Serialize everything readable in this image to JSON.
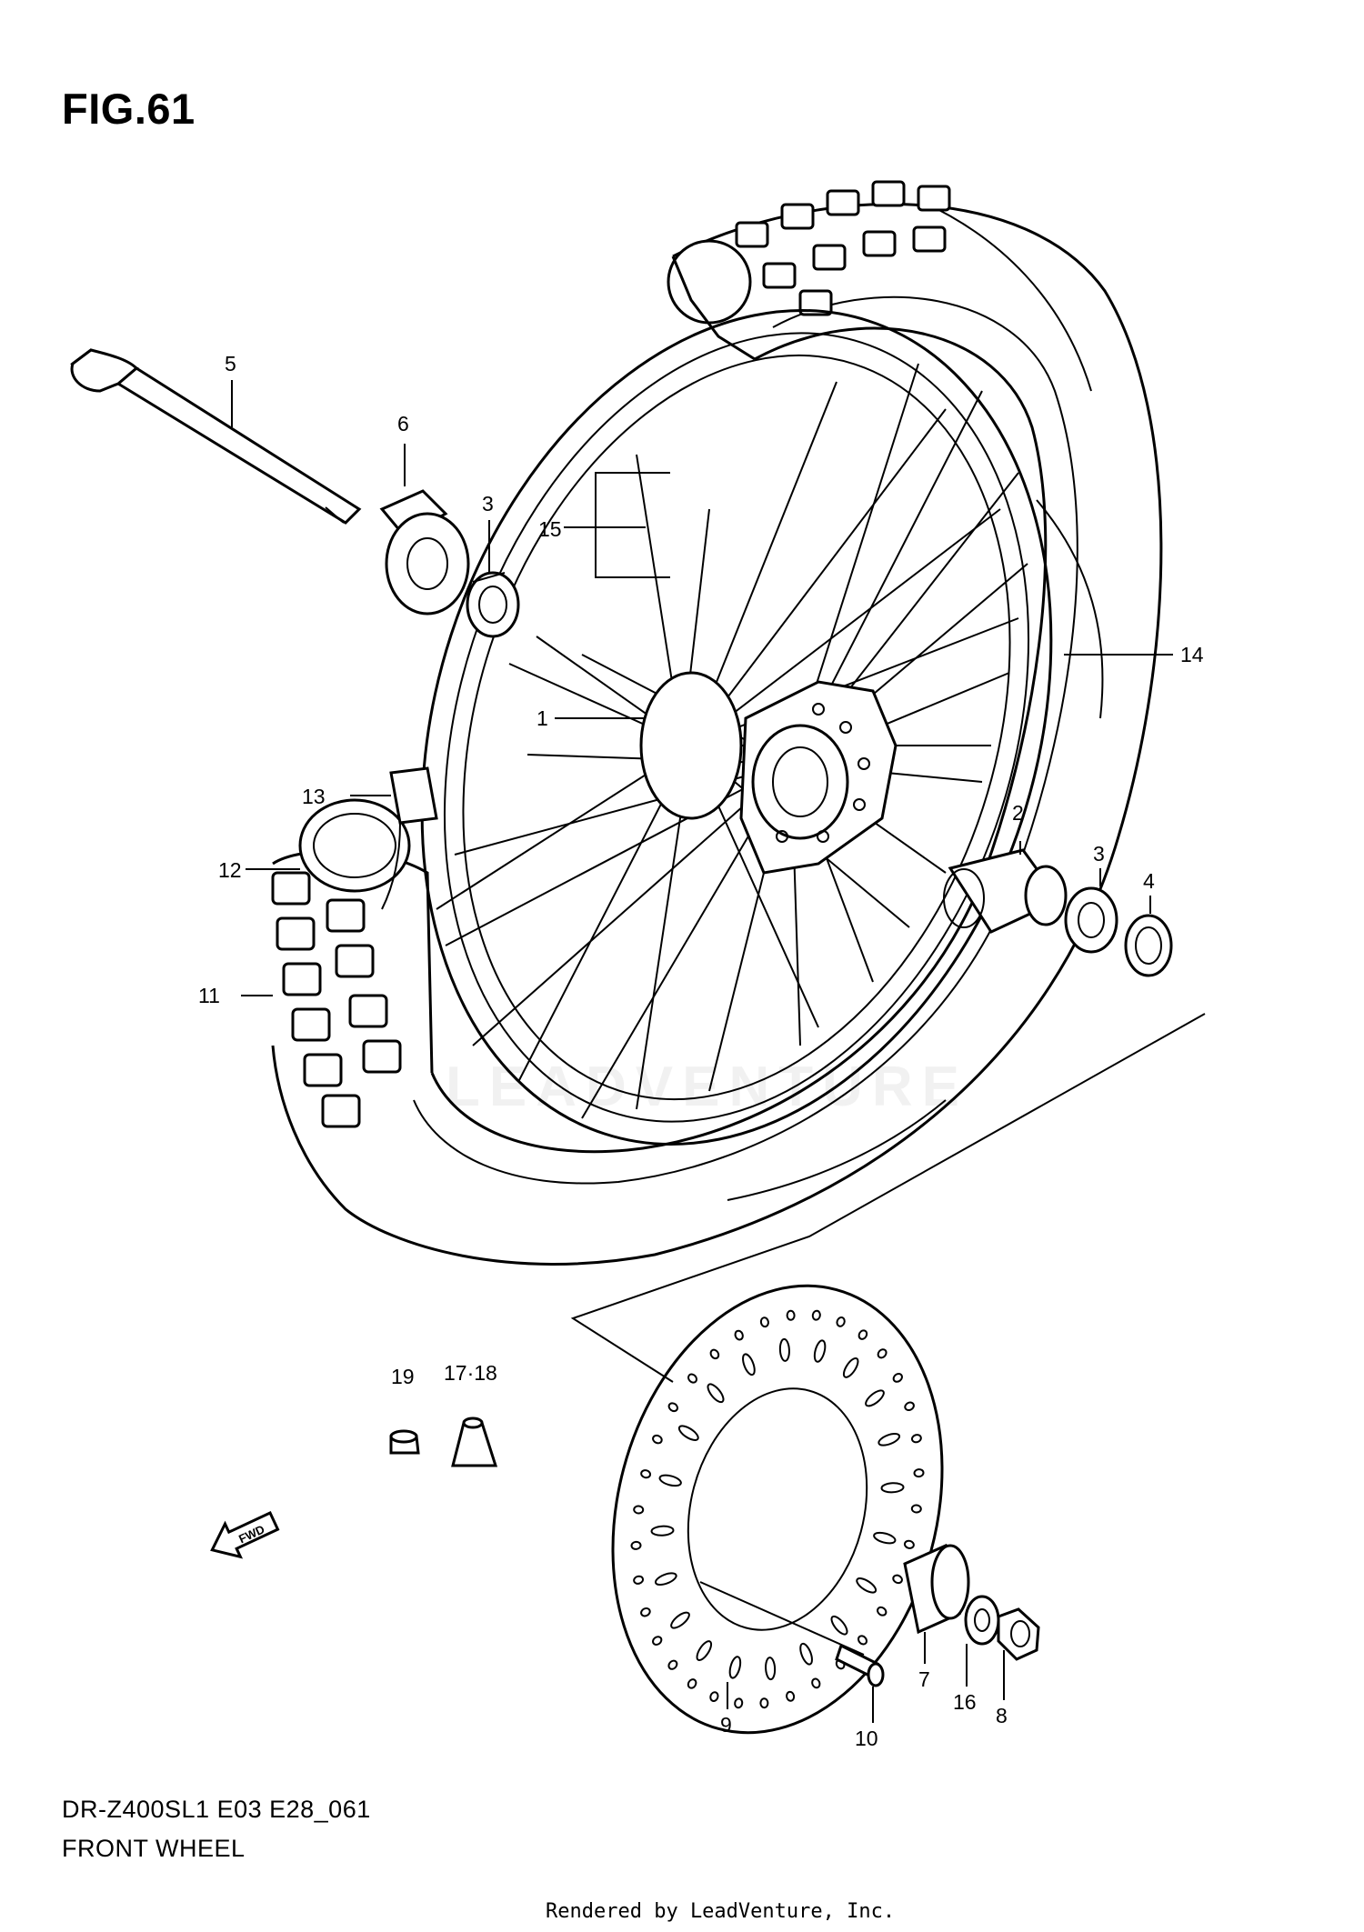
{
  "figure": {
    "title": "FIG.61",
    "model_code": "DR-Z400SL1  E03  E28_061",
    "section_name": "FRONT WHEEL",
    "rendered_by": "Rendered by LeadVenture, Inc.",
    "watermark": "LEADVENTURE"
  },
  "callouts": {
    "c1": "1",
    "c2": "2",
    "c3a": "3",
    "c3b": "3",
    "c4": "4",
    "c5": "5",
    "c6": "6",
    "c7": "7",
    "c8": "8",
    "c9": "9",
    "c10": "10",
    "c11": "11",
    "c12": "12",
    "c13": "13",
    "c14": "14",
    "c15": "15",
    "c16": "16",
    "c1718": "17·18",
    "c19": "19"
  },
  "icons": {
    "fwd": "fwd-arrow-icon",
    "fwd_label": "FWD"
  }
}
